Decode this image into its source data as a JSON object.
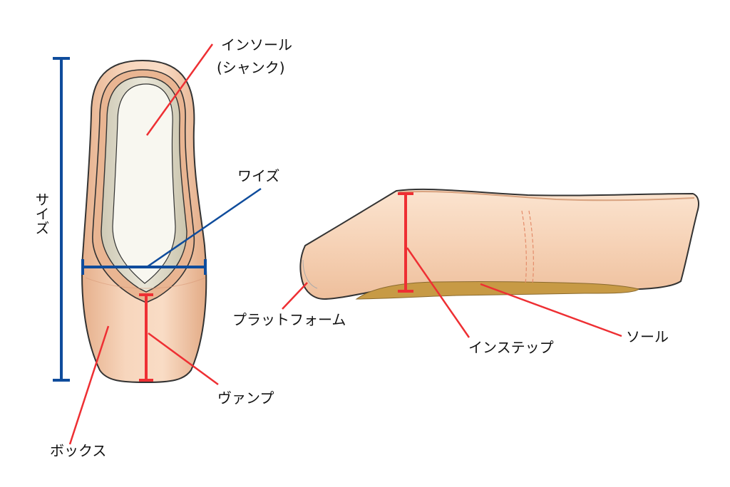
{
  "labels": {
    "insole_line1": "インソール",
    "insole_line2": "(シャンク)",
    "width": "ワイズ",
    "size": "サイズ",
    "vamp": "ヴァンプ",
    "box": "ボックス",
    "platform": "プラットフォーム",
    "instep": "インステップ",
    "sole": "ソール"
  },
  "colors": {
    "pointer": "#ee2f33",
    "measure_blue": "#0f4c9c",
    "satin_light": "#fbe2cc",
    "satin_mid": "#f0c8a8",
    "satin_dark": "#e2ab86",
    "insole": "#f8f7f0",
    "sole": "#c79a45",
    "outline": "#333333"
  }
}
